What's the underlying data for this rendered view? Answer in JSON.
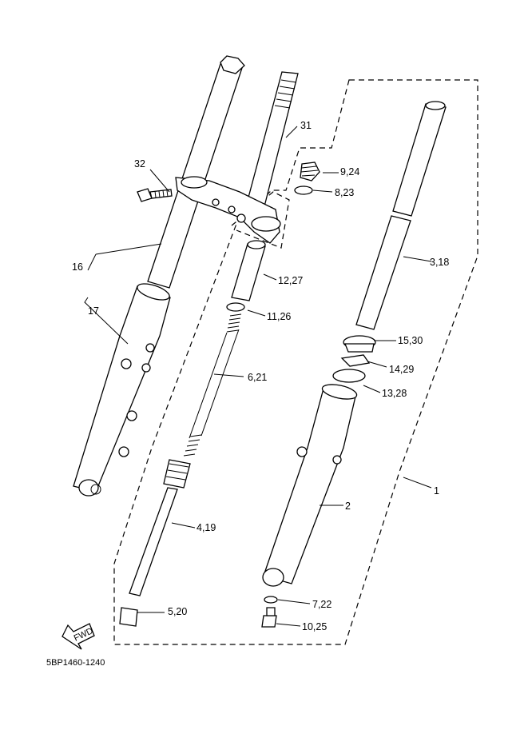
{
  "diagram": {
    "code": "5BP1460-1240",
    "fwd": "FWD",
    "labels": {
      "p1": "1",
      "p2": "2",
      "p3": "3,18",
      "p4": "4,19",
      "p5": "5,20",
      "p6": "6,21",
      "p7": "7,22",
      "p8": "8,23",
      "p9": "9,24",
      "p10": "10,25",
      "p11": "11,26",
      "p12": "12,27",
      "p13": "13,28",
      "p14": "14,29",
      "p15": "15,30",
      "p16": "16",
      "p17": "17",
      "p31": "31",
      "p32": "32"
    }
  }
}
